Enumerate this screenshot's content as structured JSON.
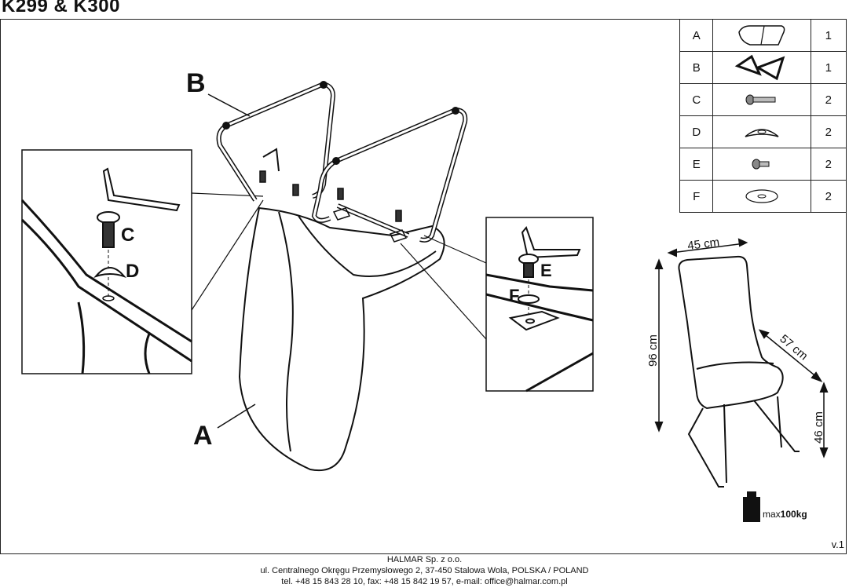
{
  "title": "K299 & K300",
  "labels": {
    "A": "A",
    "B": "B",
    "C": "C",
    "D": "D",
    "E": "E",
    "F": "F"
  },
  "parts": [
    {
      "letter": "A",
      "qty": "1",
      "icon": "seat-shell-icon"
    },
    {
      "letter": "B",
      "qty": "1",
      "icon": "metal-frame-icon"
    },
    {
      "letter": "C",
      "qty": "2",
      "icon": "long-bolt-icon"
    },
    {
      "letter": "D",
      "qty": "2",
      "icon": "curved-washer-icon"
    },
    {
      "letter": "E",
      "qty": "2",
      "icon": "short-bolt-icon"
    },
    {
      "letter": "F",
      "qty": "2",
      "icon": "flat-washer-icon"
    }
  ],
  "dimensions": {
    "width": "45 cm",
    "height": "96 cm",
    "depth": "57 cm",
    "seat_height": "46 cm"
  },
  "max_load": {
    "prefix": "max",
    "value": "100kg"
  },
  "version": "v.1",
  "footer": {
    "line1": "HALMAR Sp. z o.o.",
    "line2": "ul. Centralnego Okręgu Przemysłowego 2, 37-450 Stalowa Wola, POLSKA / POLAND",
    "line3": "tel. +48 15 843 28 10, fax: +48 15 842 19 57, e-mail: office@halmar.com.pl"
  }
}
